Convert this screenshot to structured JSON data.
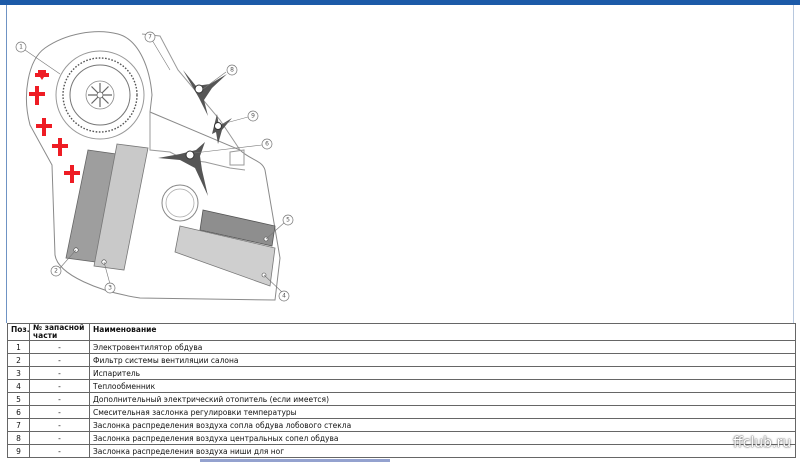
{
  "diagram": {
    "callouts": [
      "1",
      "2",
      "3",
      "4",
      "5",
      "6",
      "7",
      "8",
      "9"
    ],
    "marker_color": "#ee1c24"
  },
  "table": {
    "headers": {
      "pos": "Поз.",
      "part": "№ запасной части",
      "name": "Наименование"
    },
    "rows": [
      {
        "pos": "1",
        "part": "-",
        "name": "Электровентилятор обдува"
      },
      {
        "pos": "2",
        "part": "-",
        "name": "Фильтр системы вентиляции салона"
      },
      {
        "pos": "3",
        "part": "-",
        "name": "Испаритель"
      },
      {
        "pos": "4",
        "part": "-",
        "name": "Теплообменник"
      },
      {
        "pos": "5",
        "part": "-",
        "name": "Дополнительный электрический отопитель (если имеется)"
      },
      {
        "pos": "6",
        "part": "-",
        "name": "Смесительная заслонка регулировки температуры"
      },
      {
        "pos": "7",
        "part": "-",
        "name": "Заслонка распределения воздуха сопла обдува лобового стекла"
      },
      {
        "pos": "8",
        "part": "-",
        "name": "Заслонка распределения воздуха центральных сопел обдува"
      },
      {
        "pos": "9",
        "part": "-",
        "name": "Заслонка распределения воздуха ниши для ног"
      }
    ]
  },
  "watermark": "ffclub.ru"
}
